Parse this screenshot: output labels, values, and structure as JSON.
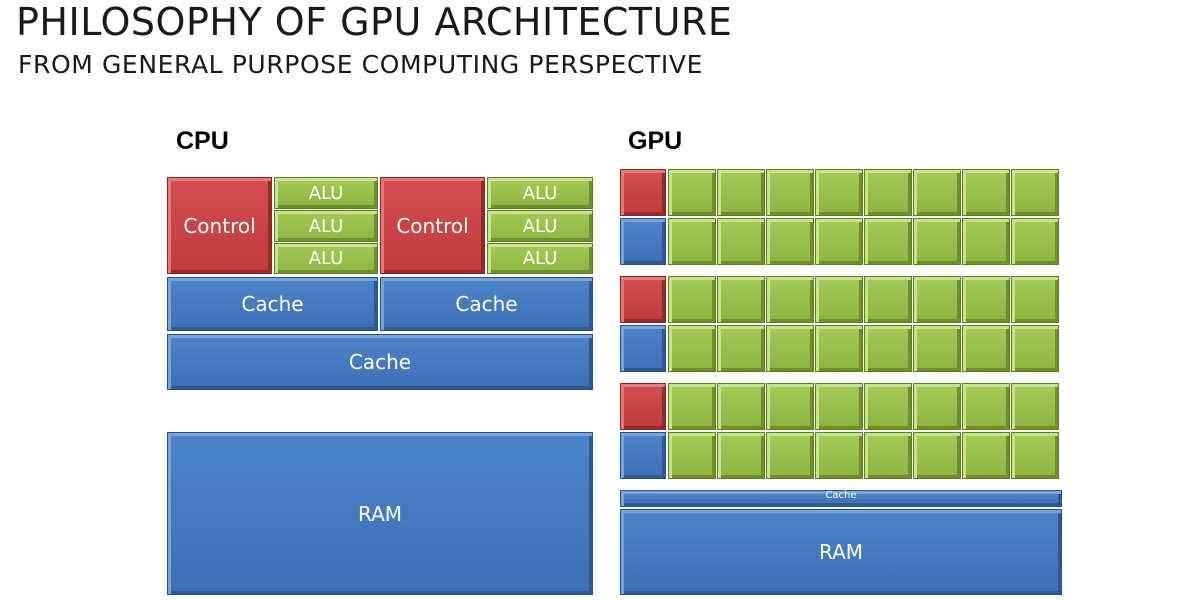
{
  "slide": {
    "title": "PHILOSOPHY OF GPU ARCHITECTURE",
    "subtitle": "FROM GENERAL PURPOSE COMPUTING PERSPECTIVE"
  },
  "cpu": {
    "label": "CPU",
    "control_label": "Control",
    "alu_label": "ALU",
    "cache_label": "Cache",
    "ram_label": "RAM",
    "colors": {
      "control": "#c8423f",
      "alu": "#9bc04c",
      "cache": "#4678be"
    }
  },
  "gpu": {
    "label": "GPU",
    "cache_label": "Cache",
    "ram_label": "RAM",
    "colors": {
      "control": "#c8423f",
      "alu": "#9bc04c",
      "cache": "#4678be"
    }
  }
}
